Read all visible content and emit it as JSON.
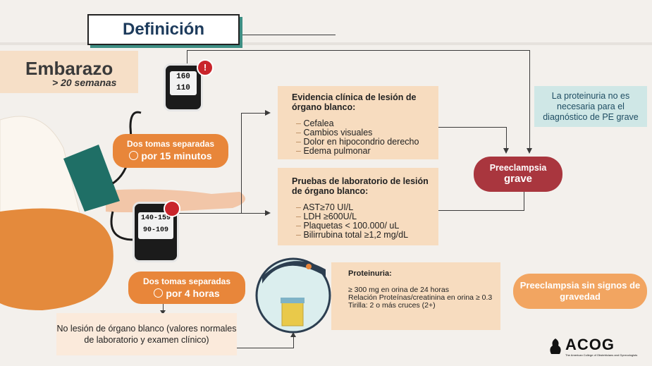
{
  "title": "Definición",
  "pregnancy": {
    "title": "Embarazo",
    "subtitle": "> 20 semanas"
  },
  "monitor_top": {
    "line1": "160",
    "line2": "110"
  },
  "monitor_bottom": {
    "line1": "140-159",
    "line2": "90-109"
  },
  "pill_top": {
    "line1": "Dos tomas separadas",
    "line2": "por 15 minutos"
  },
  "pill_bottom": {
    "line1": "Dos tomas separadas",
    "line2": "por 4 horas"
  },
  "clinical": {
    "heading": "Evidencia clínica de lesión de órgano blanco:",
    "items": [
      "Cefalea",
      "Cambios visuales",
      "Dolor en hipocondrio derecho",
      "Edema pulmonar"
    ]
  },
  "lab": {
    "heading": "Pruebas de laboratorio de lesión de órgano blanco:",
    "items": [
      "AST≥70 UI/L",
      "LDH ≥600U/L",
      "Plaquetas < 100.000/ uL",
      "Bilirrubina total ≥1,2 mg/dL"
    ]
  },
  "proteinuria_note": "La proteinuria no es necesaria para el diagnóstico de PE grave",
  "severe": {
    "line1": "Preeclampsia",
    "line2": "grave"
  },
  "proteinuria": {
    "heading": "Proteinuria:",
    "items": [
      "≥ 300 mg en orina de 24 horas",
      "Relación Proteínas/creatinina en orina ≥ 0.3",
      "Tirilla: 2 o más cruces (2+)"
    ]
  },
  "no_lesion": "No lesión de órgano blanco (valores normales de laboratorio y examen clínico)",
  "no_severe": "Preeclampsia sin signos de gravedad",
  "logo": {
    "name": "ACOG",
    "subtitle": "The American College of Obstetricians and Gynecologists"
  },
  "colors": {
    "orange": "#e8863a",
    "dark_red": "#a9363e",
    "teal": "#3e8f84",
    "panel": "#f7dcbf"
  }
}
